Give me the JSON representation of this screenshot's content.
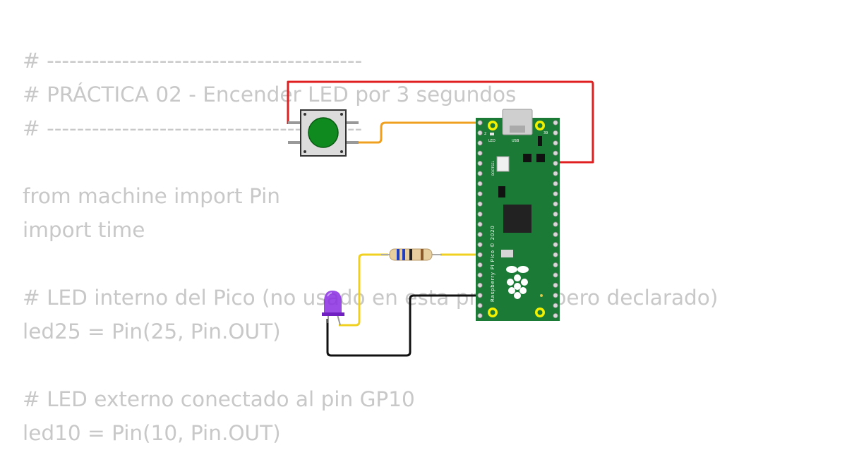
{
  "code_lines": [
    "# ------------------------------------------",
    "# PRÁCTICA 02 - Encender LED por 3 segundos",
    "# ------------------------------------------",
    "",
    "from machine import Pin",
    "import time",
    "",
    "# LED interno del Pico (no usado en esta práctica, pero declarado)",
    "led25 = Pin(25, Pin.OUT)",
    "",
    "# LED externo conectado al pin GP10",
    "led10 = Pin(10, Pin.OUT)"
  ],
  "board": {
    "silkscreen": "Raspberry Pi Pico © 2020",
    "usb_label": "USB",
    "led_label": "LED",
    "bootsel_label": "BOOTSEL",
    "pin_left_top": "2",
    "pin_right_top": "39",
    "color": "#1b7a35"
  },
  "wires": {
    "red": "#e02020",
    "orange": "#f0a020",
    "yellow": "#f0d020",
    "black": "#111111"
  },
  "components": {
    "button_color": "#0f8a1f",
    "led_color": "#8a2be2"
  }
}
